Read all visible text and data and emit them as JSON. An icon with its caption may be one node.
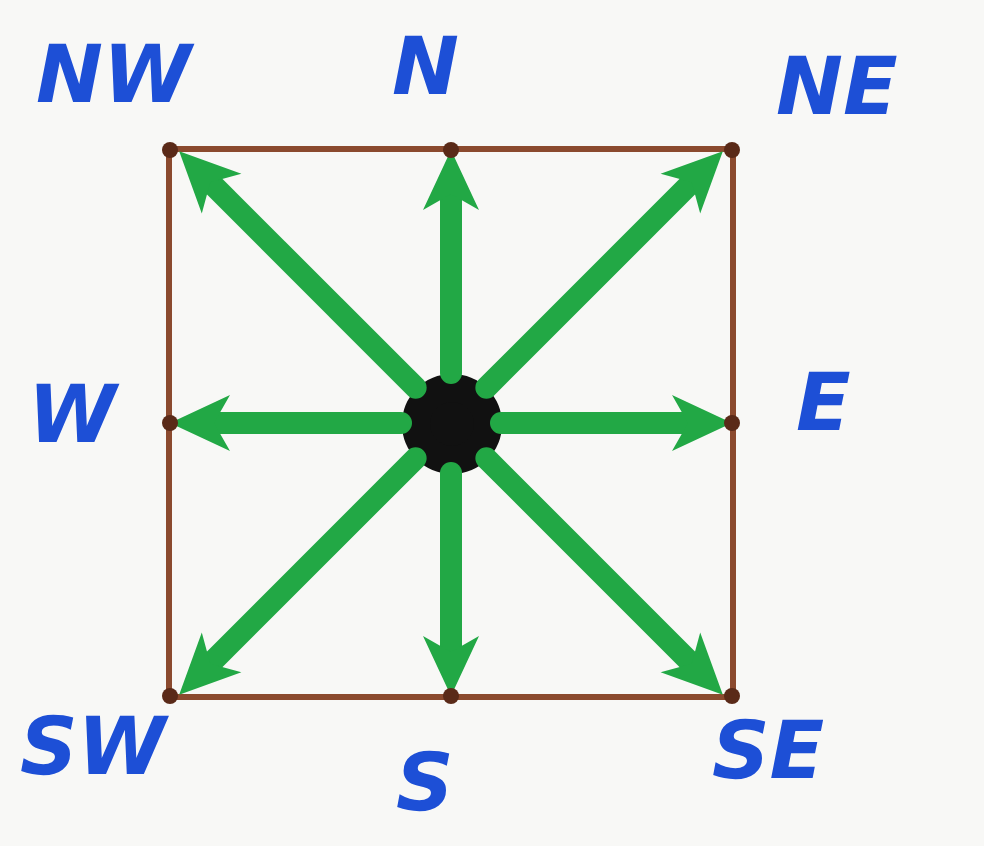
{
  "diagram": {
    "nodes": [
      {
        "text": [],
        "shape": "box"
      },
      {
        "text": [],
        "shape": "circle",
        "in": 0
      }
    ],
    "edges": [
      {
        "from": 1,
        "to": 0,
        "arrow": "to"
      },
      {
        "from": 1,
        "to": 0,
        "arrow": "to"
      },
      {
        "from": 1,
        "to": 0,
        "arrow": "to"
      },
      {
        "from": 1,
        "to": 0,
        "arrow": "to"
      },
      {
        "from": 1,
        "to": 0,
        "arrow": "to"
      },
      {
        "from": 1,
        "to": 0,
        "arrow": "to"
      },
      {
        "from": 1,
        "to": 0,
        "arrow": "to"
      },
      {
        "from": 1,
        "to": 0,
        "arrow": "to"
      }
    ],
    "labels": [
      "NW",
      "N",
      "NE",
      "W",
      "E",
      "SW",
      "S",
      "SE"
    ]
  }
}
